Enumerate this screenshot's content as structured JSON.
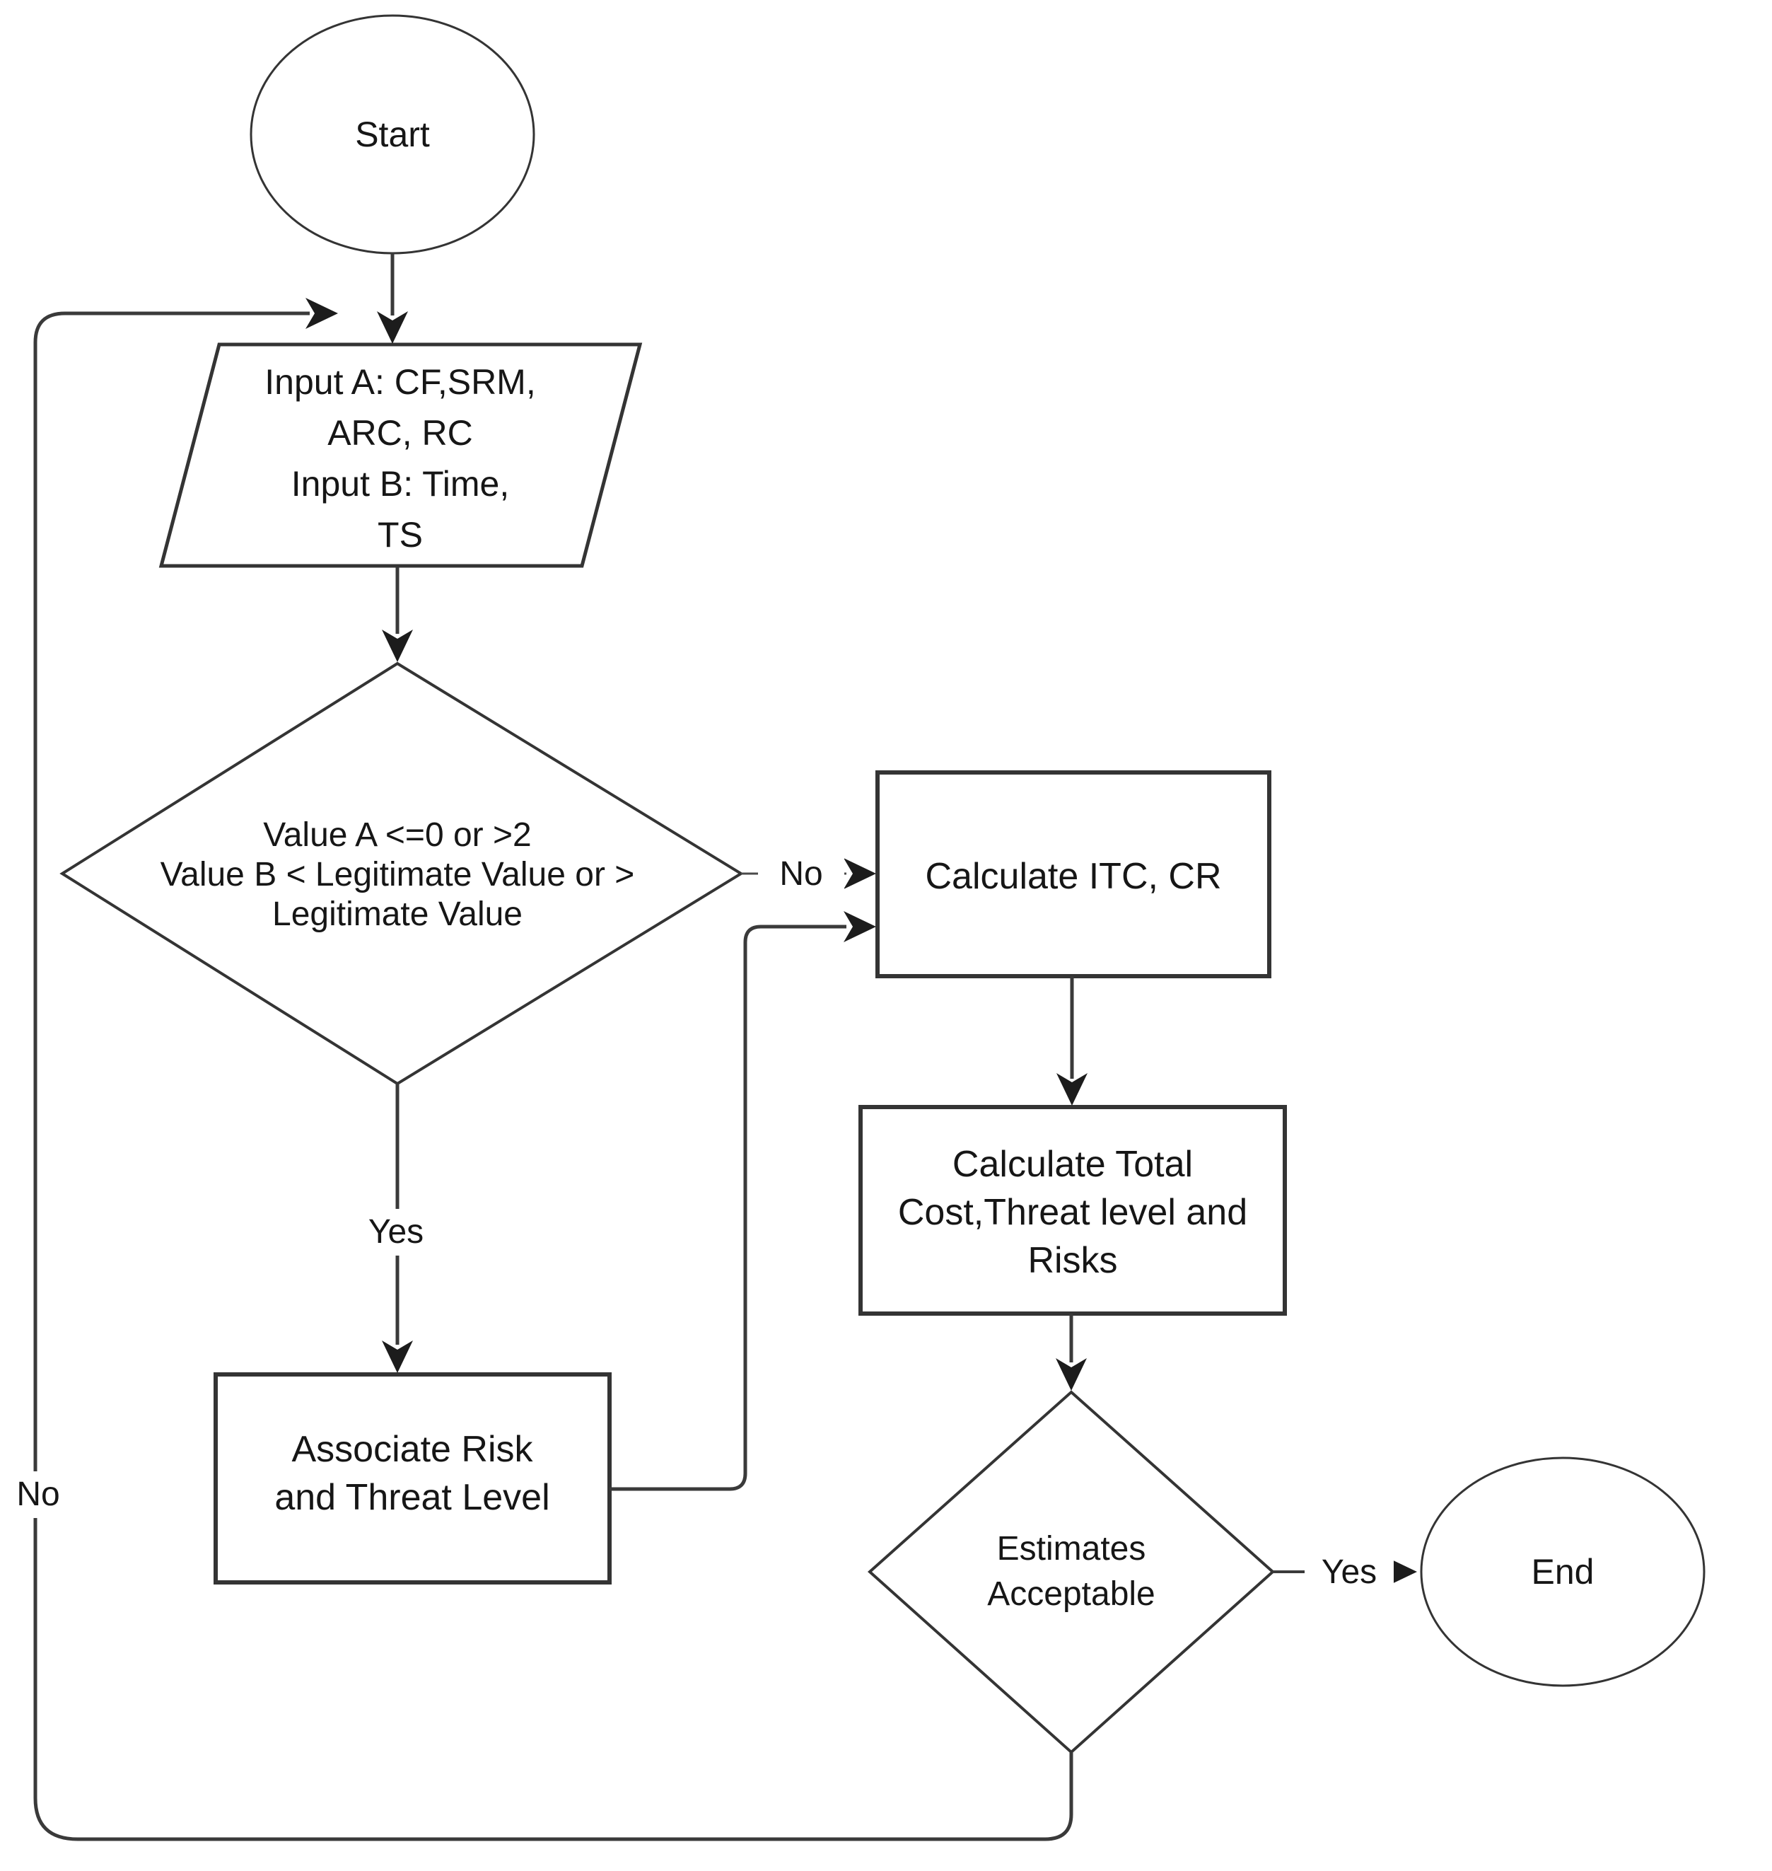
{
  "flowchart": {
    "background": "#ffffff",
    "line_color": "#3a3a3a",
    "arrow_color": "#1c1c1c",
    "text_color": "#161616",
    "shape_fill": "#ffffff",
    "nodes": {
      "start": {
        "shape": "ellipse",
        "label": "Start"
      },
      "input": {
        "shape": "parallelogram",
        "lines": [
          "Input A: CF,SRM,",
          "ARC, RC",
          "Input B: Time,",
          "TS"
        ]
      },
      "validity_check": {
        "shape": "diamond",
        "lines": [
          "Value A <=0 or >2",
          "Value B < Legitimate Value or >",
          "Legitimate Value"
        ]
      },
      "calculate_itc": {
        "shape": "process",
        "label": "Calculate ITC, CR"
      },
      "calculate_total": {
        "shape": "process",
        "lines": [
          "Calculate Total",
          "Cost,Threat level and",
          "Risks"
        ]
      },
      "associate_risk": {
        "shape": "process",
        "lines": [
          "Associate Risk",
          "and Threat Level"
        ]
      },
      "estimates_check": {
        "shape": "diamond",
        "lines": [
          "Estimates",
          "Acceptable"
        ]
      },
      "end": {
        "shape": "ellipse",
        "label": "End"
      }
    },
    "edges": [
      {
        "from": "start",
        "to": "input",
        "label": ""
      },
      {
        "from": "input",
        "to": "validity_check",
        "label": ""
      },
      {
        "from": "validity_check",
        "to": "calculate_itc",
        "label": "No"
      },
      {
        "from": "validity_check",
        "to": "associate_risk",
        "label": "Yes"
      },
      {
        "from": "associate_risk",
        "to": "calculate_itc",
        "label": ""
      },
      {
        "from": "calculate_itc",
        "to": "calculate_total",
        "label": ""
      },
      {
        "from": "calculate_total",
        "to": "estimates_check",
        "label": ""
      },
      {
        "from": "estimates_check",
        "to": "end",
        "label": "Yes"
      },
      {
        "from": "estimates_check",
        "to": "input",
        "label": "No"
      }
    ]
  }
}
